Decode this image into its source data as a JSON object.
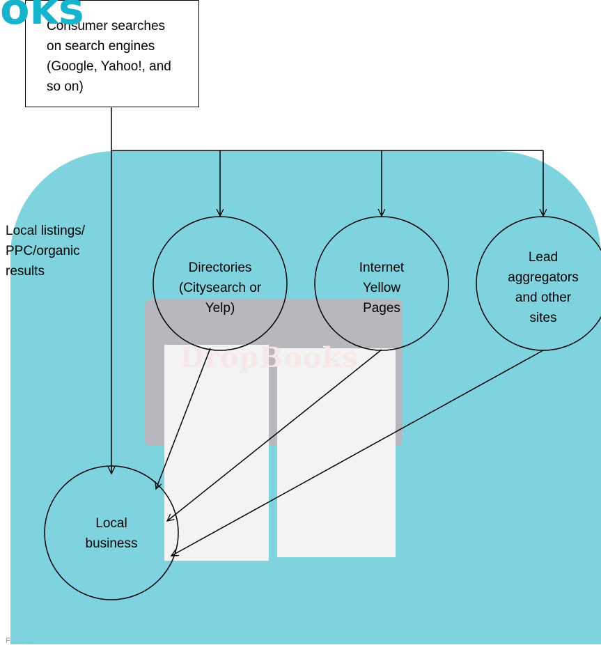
{
  "watermark": {
    "text": "DropBooks",
    "brand_fragment": "oks",
    "colors": {
      "backdrop": "#7ed3df",
      "brand": "#16b3cc",
      "book": "#e7a0a0"
    }
  },
  "nodes": {
    "consumer": "Consumer searches\non search engines\n(Google, Yahoo!, and\nso on)",
    "directories": "Directories\n(Citysearch or\nYelp)",
    "yellow_pages": "Internet\nYellow\nPages",
    "lead_aggregators": "Lead\naggregators\nand other\nsites",
    "local_business": "Local\nbusiness"
  },
  "edge_label": "Local listings/\nPPC/organic\nresults",
  "footer": "F... ... ..."
}
